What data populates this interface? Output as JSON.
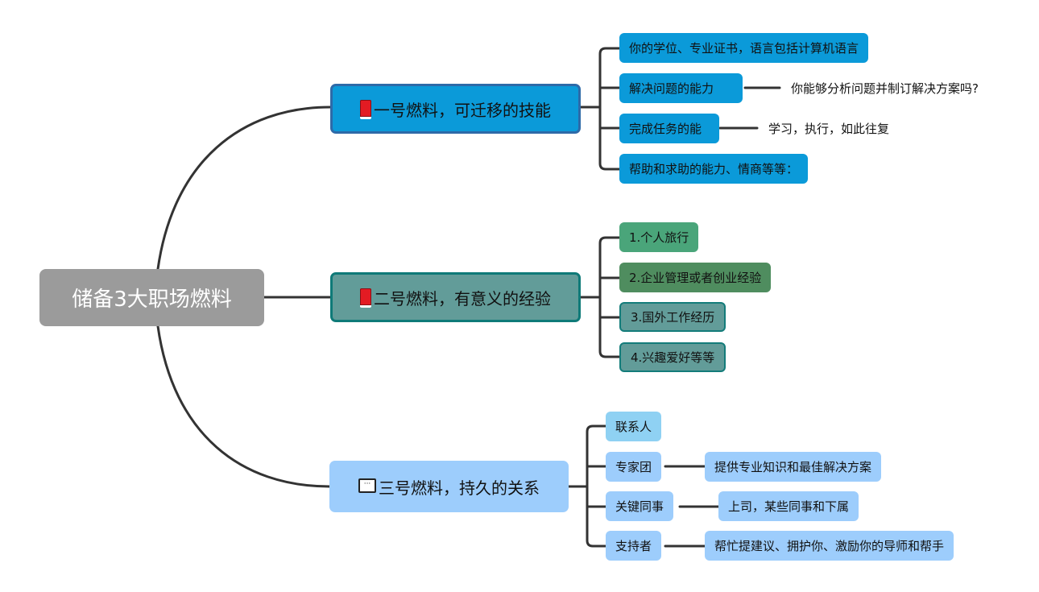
{
  "root": {
    "label": "储备3大职场燃料"
  },
  "branches": [
    {
      "label": "一号燃料，可迁移的技能",
      "icon": "book-icon",
      "color": "#0b9ad9",
      "children": [
        {
          "label": "你的学位、专业证书，语言包括计算机语言"
        },
        {
          "label": "解决问题的能力",
          "note": "你能够分析问题并制订解决方案吗?"
        },
        {
          "label": "完成任务的能",
          "note": "学习，执行，如此往复"
        },
        {
          "label": "帮助和求助的能力、情商等等："
        }
      ]
    },
    {
      "label": "二号燃料，有意义的经验",
      "icon": "book-icon",
      "color": "#629c99",
      "children": [
        {
          "label": "1.个人旅行",
          "color": "#4aa57a"
        },
        {
          "label": "2.企业管理或者创业经验",
          "color": "#4f8d5f"
        },
        {
          "label": "3.国外工作经历",
          "color": "#629c99"
        },
        {
          "label": "4.兴趣爱好等等",
          "color": "#629c99"
        }
      ]
    },
    {
      "label": "三号燃料，持久的关系",
      "icon": "chat-icon",
      "color": "#9dcdfc",
      "children": [
        {
          "label": "联系人"
        },
        {
          "label": "专家团",
          "detail": "提供专业知识和最佳解决方案"
        },
        {
          "label": "关键同事",
          "detail": "上司，某些同事和下属"
        },
        {
          "label": "支持者",
          "detail": "帮忙提建议、拥护你、激励你的导师和帮手"
        }
      ]
    }
  ],
  "icons": {
    "chat_glyph": "···"
  }
}
